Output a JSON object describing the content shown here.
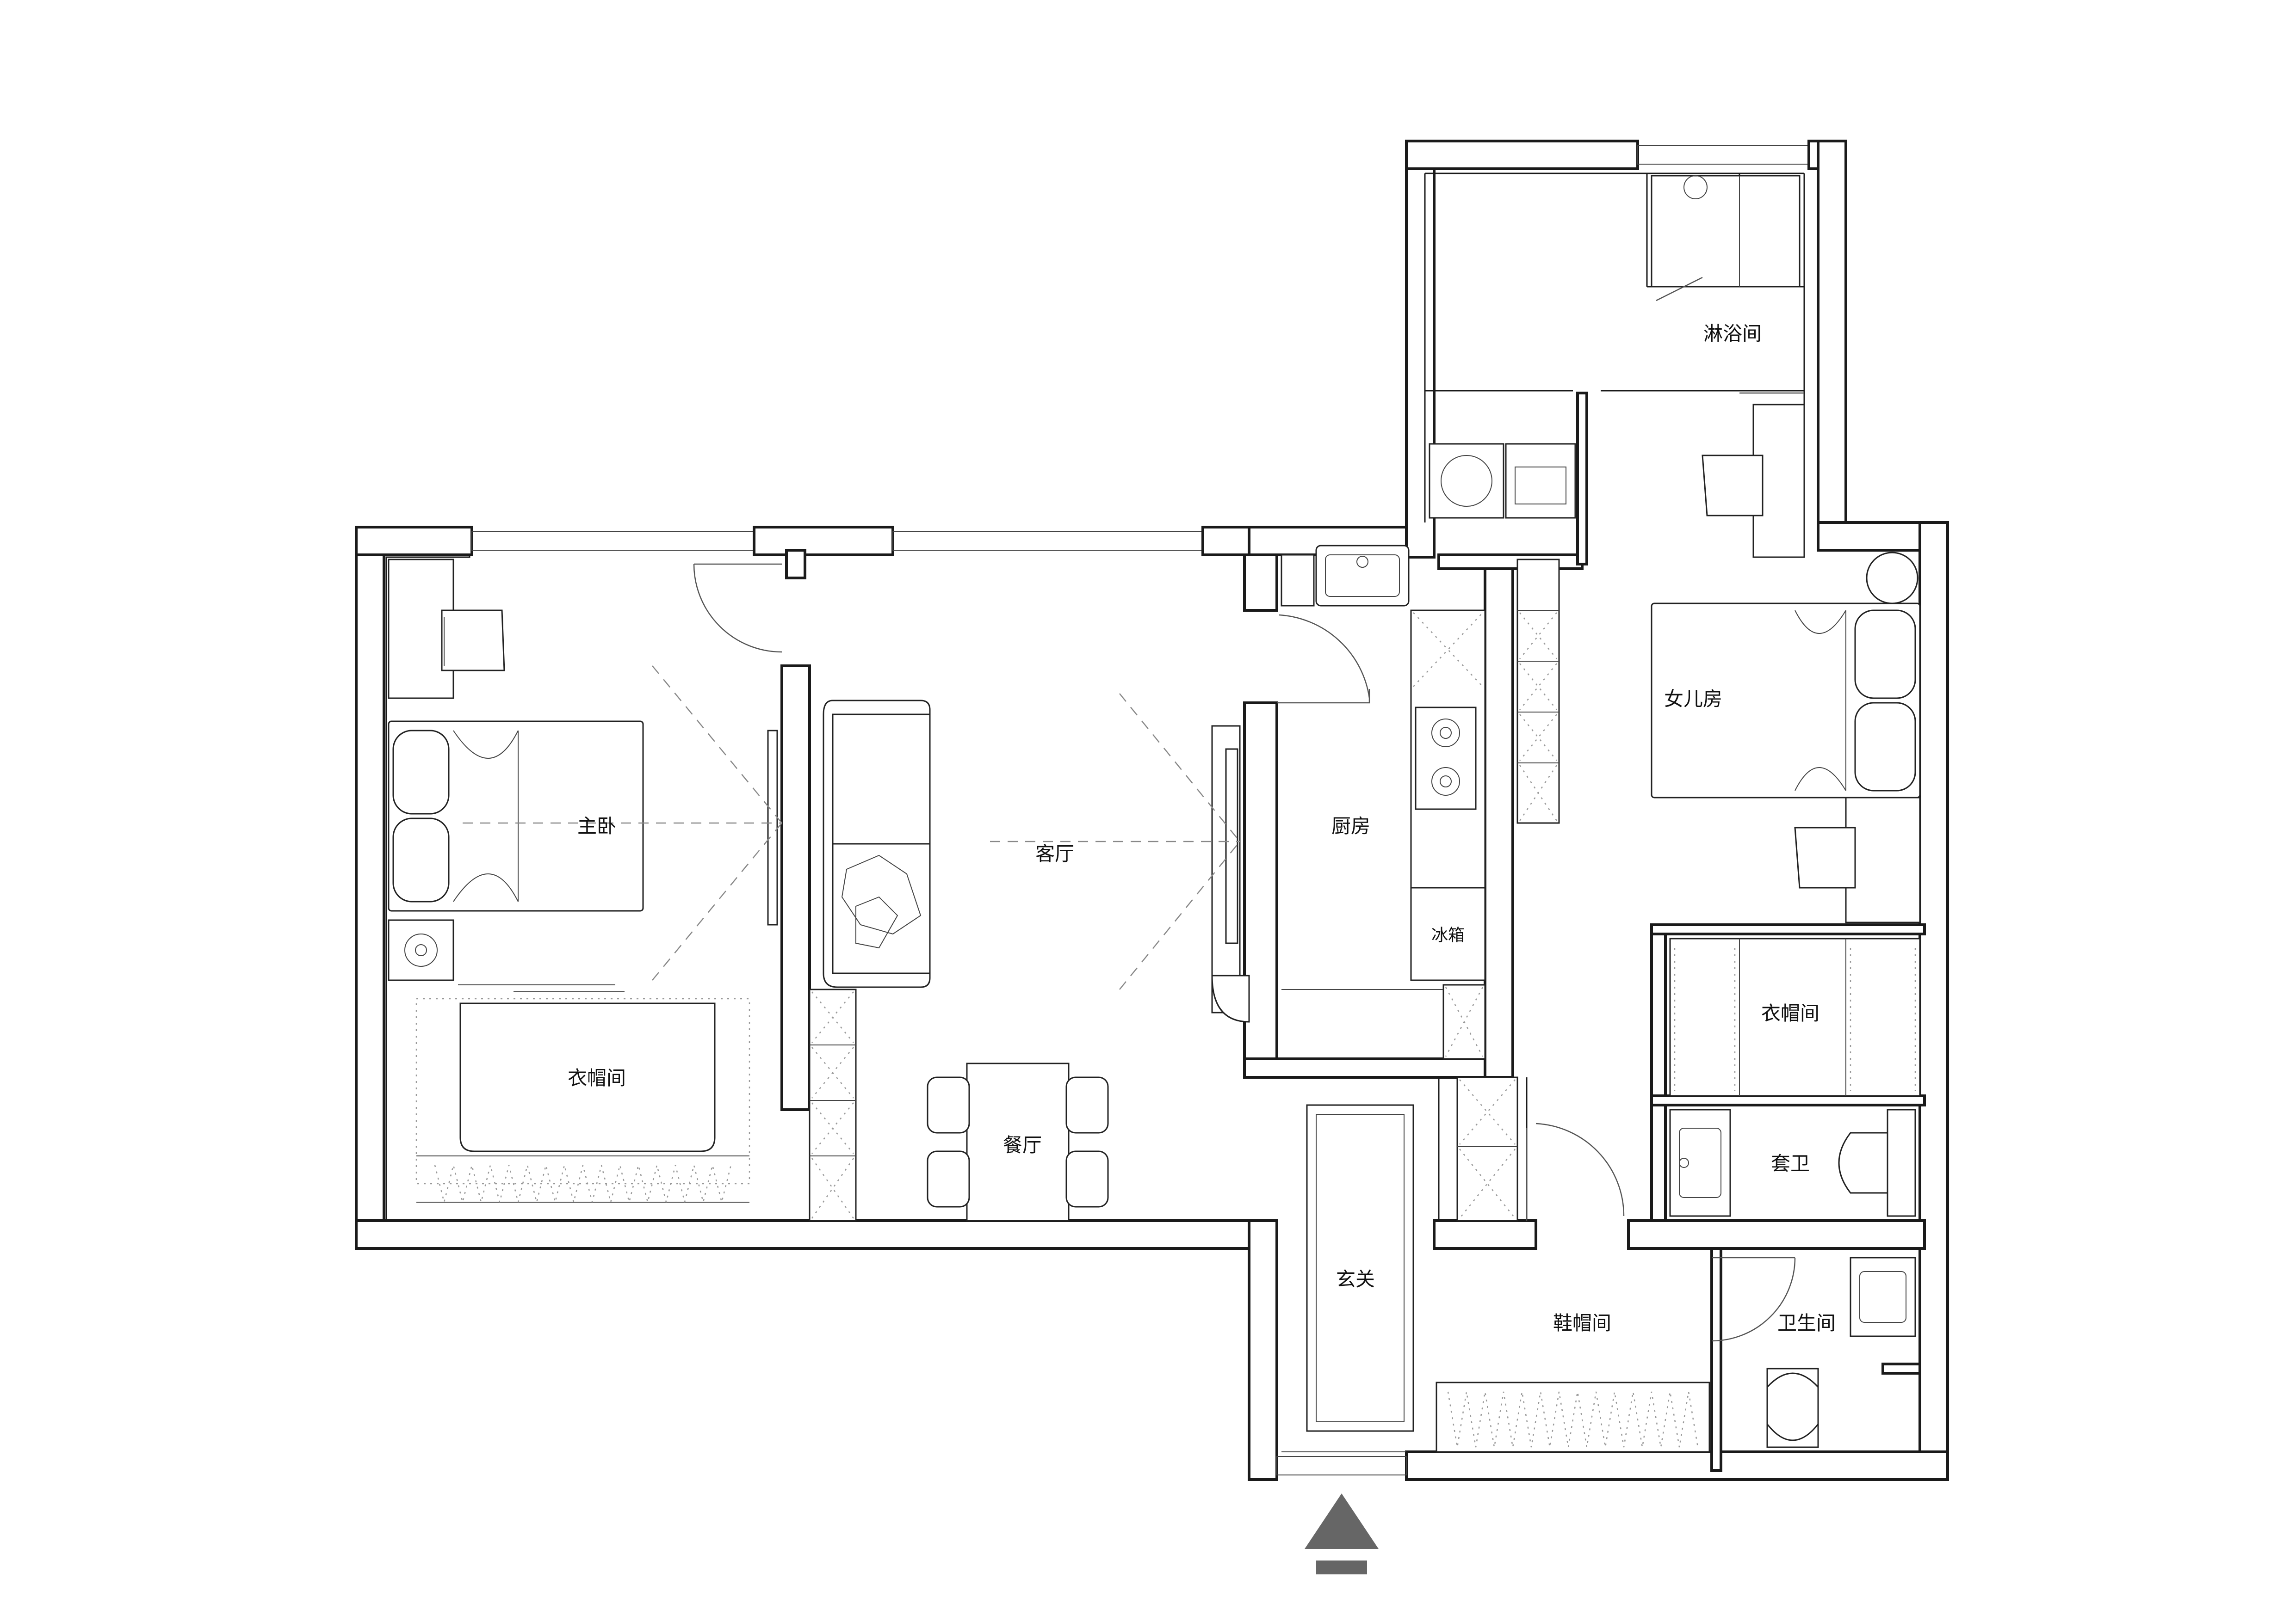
{
  "rooms": {
    "master_bedroom": "主卧",
    "master_closet": "衣帽间",
    "living_room": "客厅",
    "dining_room": "餐厅",
    "kitchen": "厨房",
    "fridge": "冰箱",
    "shower_room": "淋浴间",
    "daughter_room": "女儿房",
    "daughter_closet": "衣帽间",
    "ensuite_bath": "套卫",
    "foyer": "玄关",
    "shoe_room": "鞋帽间",
    "toilet": "卫生间"
  },
  "entrance": {
    "icon": "entrance-arrow-icon"
  },
  "colors": {
    "wall": "#1a1a1a",
    "arrow": "#666666"
  }
}
